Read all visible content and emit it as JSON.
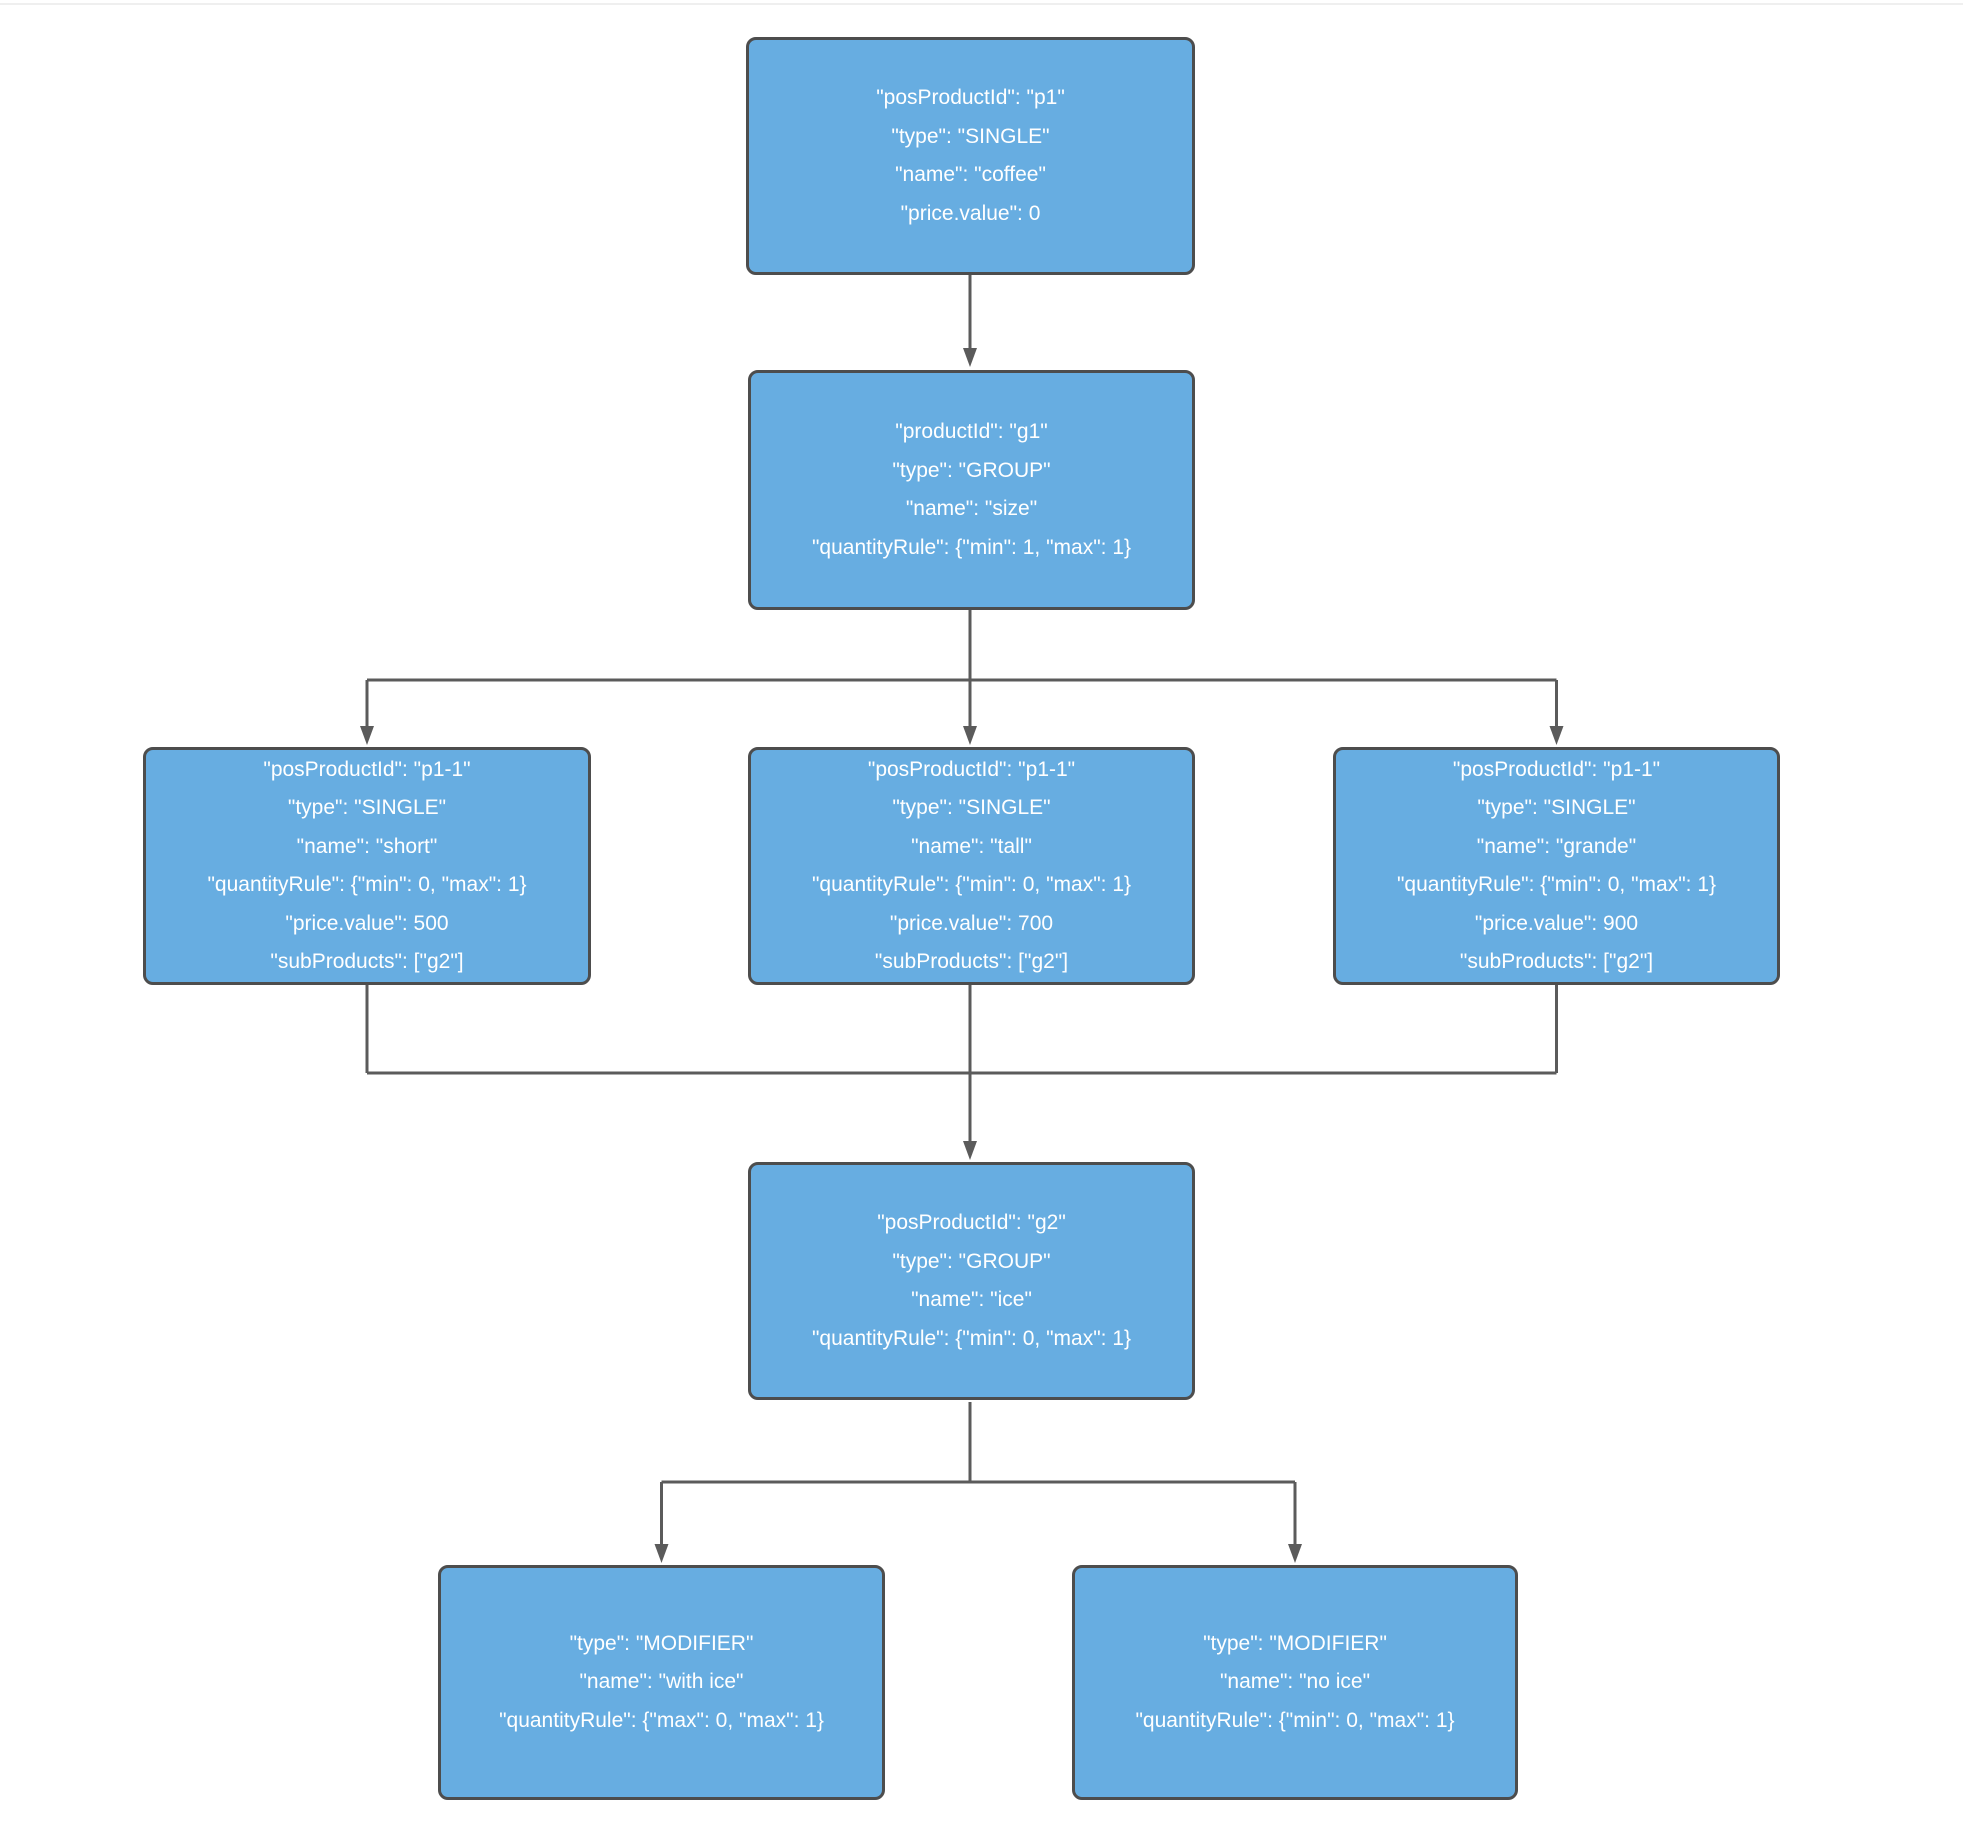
{
  "diagram": {
    "background_color": "#ffffff",
    "node_fill_color": "#67ADE1",
    "node_border_color": "#4D4D4D",
    "connector_color": "#5B5B5B",
    "text_color": "#ffffff",
    "nodes": [
      {
        "id": "coffee",
        "lines": [
          "\"posProductId\": \"p1\"",
          "\"type\": \"SINGLE\"",
          "\"name\": \"coffee\"",
          "\"price.value\": 0"
        ]
      },
      {
        "id": "size-group",
        "lines": [
          "\"productId\": \"g1\"",
          "\"type\": \"GROUP\"",
          "\"name\": \"size\"",
          "\"quantityRule\": {\"min\": 1, \"max\": 1}"
        ]
      },
      {
        "id": "short",
        "lines": [
          "\"posProductId\": \"p1-1\"",
          "\"type\": \"SINGLE\"",
          "\"name\": \"short\"",
          "\"quantityRule\": {\"min\": 0, \"max\": 1}",
          "\"price.value\": 500",
          "\"subProducts\": [\"g2\"]"
        ]
      },
      {
        "id": "tall",
        "lines": [
          "\"posProductId\": \"p1-1\"",
          "\"type\": \"SINGLE\"",
          "\"name\": \"tall\"",
          "\"quantityRule\": {\"min\": 0, \"max\": 1}",
          "\"price.value\": 700",
          "\"subProducts\": [\"g2\"]"
        ]
      },
      {
        "id": "grande",
        "lines": [
          "\"posProductId\": \"p1-1\"",
          "\"type\": \"SINGLE\"",
          "\"name\": \"grande\"",
          "\"quantityRule\": {\"min\": 0, \"max\": 1}",
          "\"price.value\": 900",
          "\"subProducts\": [\"g2\"]"
        ]
      },
      {
        "id": "ice-group",
        "lines": [
          "\"posProductId\": \"g2\"",
          "\"type\": \"GROUP\"",
          "\"name\": \"ice\"",
          "\"quantityRule\": {\"min\": 0, \"max\": 1}"
        ]
      },
      {
        "id": "with-ice",
        "lines": [
          "\"type\": \"MODIFIER\"",
          "\"name\": \"with ice\"",
          "\"quantityRule\": {\"max\": 0, \"max\": 1}"
        ]
      },
      {
        "id": "no-ice",
        "lines": [
          "\"type\": \"MODIFIER\"",
          "\"name\": \"no ice\"",
          "\"quantityRule\": {\"min\": 0, \"max\": 1}"
        ]
      }
    ]
  }
}
